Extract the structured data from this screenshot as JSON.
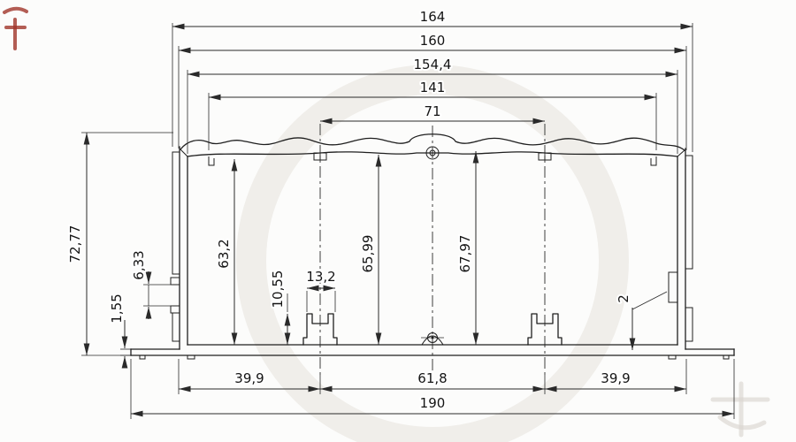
{
  "drawing": {
    "kind": "aluminum-extrusion-enclosure-cross-section",
    "dims": {
      "top": [
        "164",
        "160",
        "154,4",
        "141",
        "71"
      ],
      "height": "72,77",
      "left_small": [
        "6,33",
        "1,55"
      ],
      "interior": [
        "63,2",
        "65,99",
        "67,97"
      ],
      "boss": [
        "10,55",
        "13,2"
      ],
      "right_small": "2",
      "bottom": [
        "39,9",
        "61,8",
        "39,9"
      ],
      "overall_bottom": "190"
    }
  },
  "colors": {
    "line": "#1f1f1f",
    "dim": "#2a2a2a",
    "bg": "#fcfcfb",
    "wm": "#f0eeea",
    "wm2": "#dad6cf",
    "red": "#a0342b"
  }
}
